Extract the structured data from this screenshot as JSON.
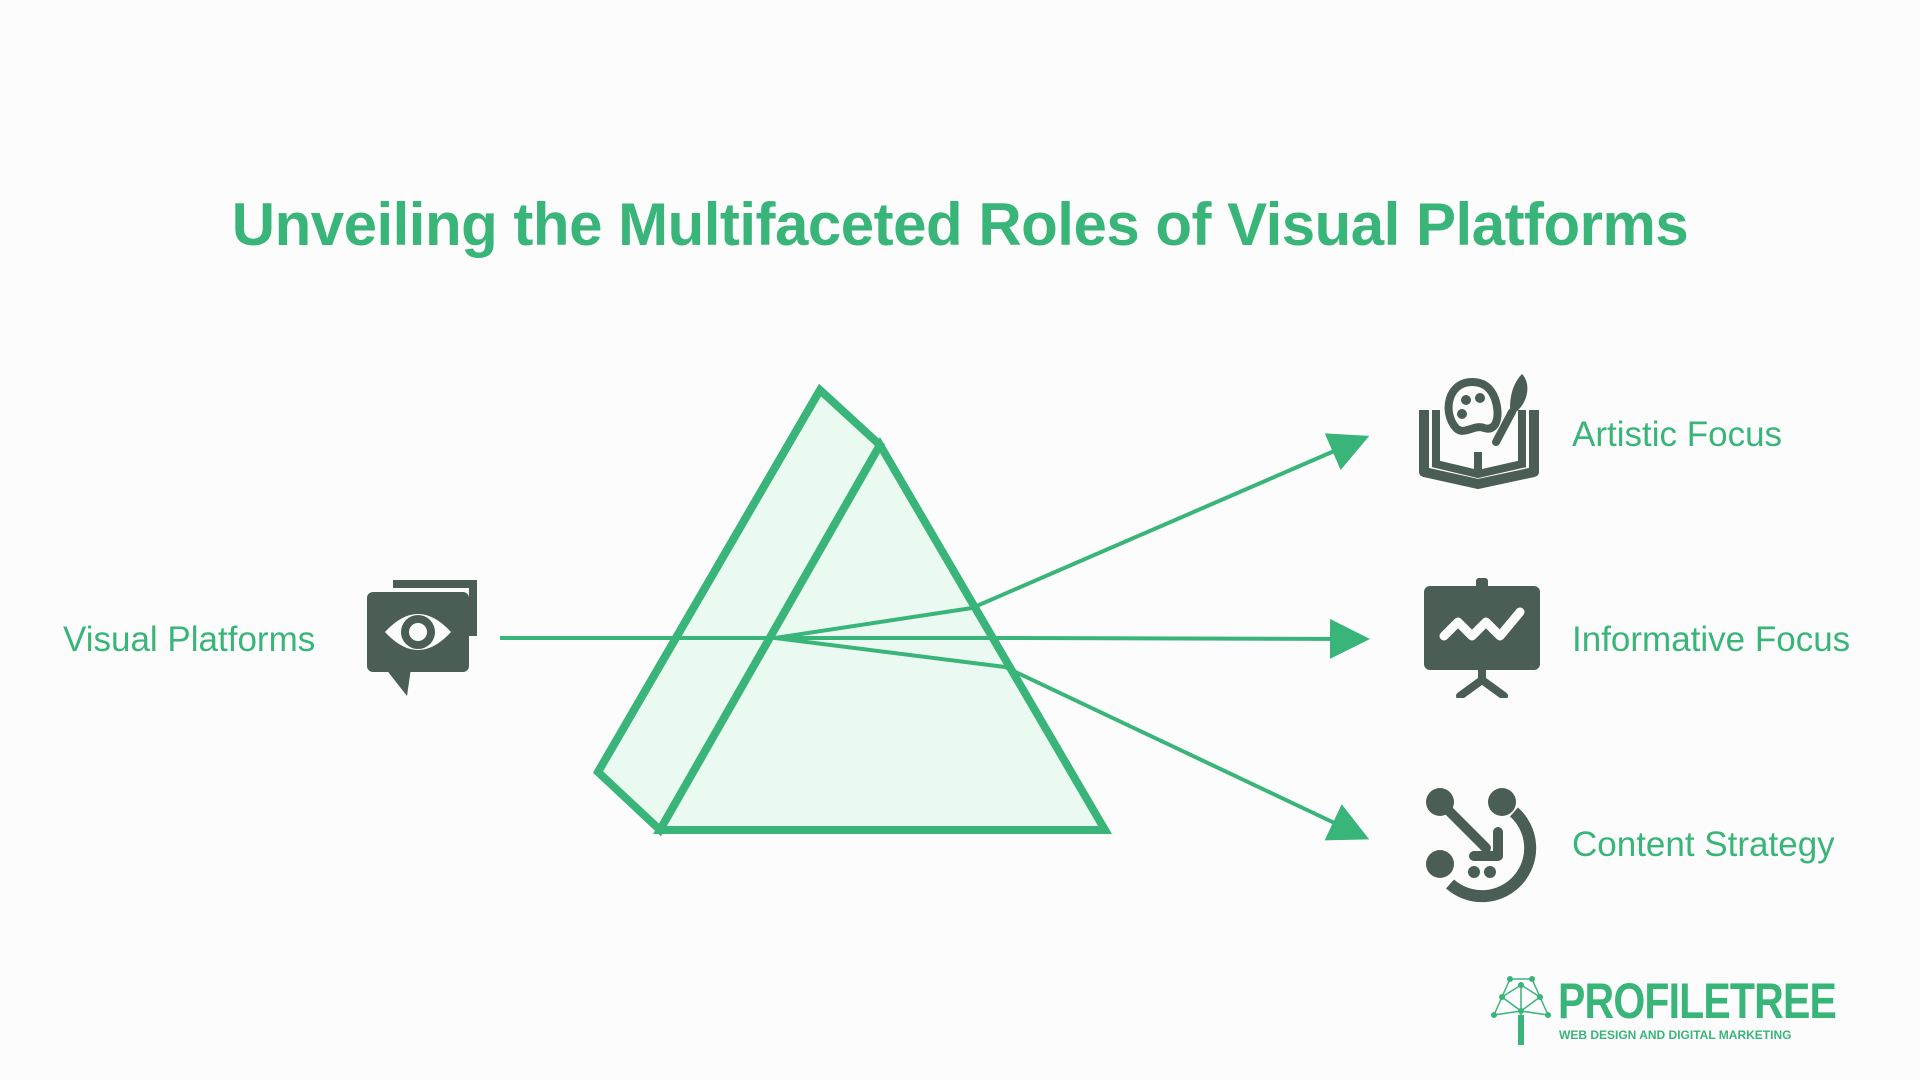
{
  "title": "Unveiling the Multifaceted Roles of Visual Platforms",
  "source": {
    "label": "Visual Platforms",
    "icon": "eye-chat-icon"
  },
  "outputs": [
    {
      "label": "Artistic Focus",
      "icon": "palette-book-icon"
    },
    {
      "label": "Informative Focus",
      "icon": "presentation-chart-icon"
    },
    {
      "label": "Content Strategy",
      "icon": "strategy-path-icon"
    }
  ],
  "logo": {
    "name": "PROFILETREE",
    "tagline": "WEB DESIGN AND DIGITAL MARKETING"
  },
  "colors": {
    "accent": "#3ab57a",
    "prism_fill": "#eafaf1",
    "icon_dark": "#4a5e55",
    "background": "#fcfcfc"
  }
}
